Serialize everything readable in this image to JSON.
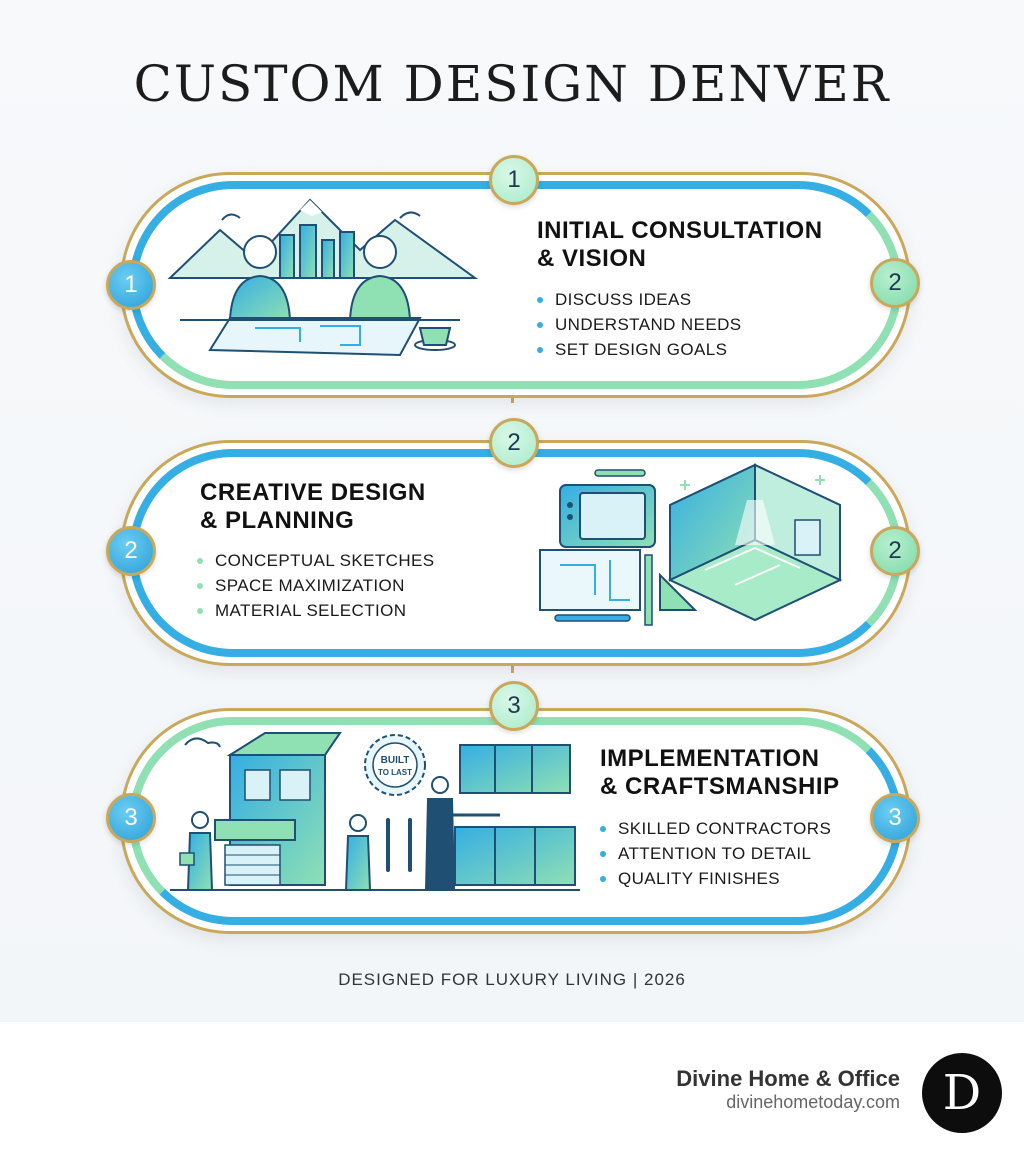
{
  "title": "CUSTOM DESIGN DENVER",
  "colors": {
    "blue": "#35aee4",
    "green": "#8fe0b3",
    "gold": "#c9a85a"
  },
  "steps": [
    {
      "number": "1",
      "side_left": "1",
      "side_right": "2",
      "heading_line1": "INITIAL CONSULTATION",
      "heading_line2": "& VISION",
      "bullets": [
        "DISCUSS IDEAS",
        "UNDERSTAND NEEDS",
        "SET DESIGN GOALS"
      ],
      "illustration": "consultation-illustration"
    },
    {
      "number": "2",
      "side_left": "2",
      "side_right": "2",
      "heading_line1": "CREATIVE DESIGN",
      "heading_line2": "& PLANNING",
      "bullets": [
        "CONCEPTUAL SKETCHES",
        "SPACE MAXIMIZATION",
        "MATERIAL SELECTION"
      ],
      "illustration": "planning-illustration"
    },
    {
      "number": "3",
      "side_left": "3",
      "side_right": "3",
      "heading_line1": "IMPLEMENTATION",
      "heading_line2": "& CRAFTSMANSHIP",
      "bullets": [
        "SKILLED CONTRACTORS",
        "ATTENTION TO DETAIL",
        "QUALITY FINISHES"
      ],
      "illustration": "construction-illustration",
      "seal_line1": "BUILT",
      "seal_line2": "TO LAST"
    }
  ],
  "footer_tagline": "DESIGNED FOR LUXURY LIVING | 2026",
  "brand": {
    "name": "Divine Home & Office",
    "url": "divinehometoday.com",
    "logo_letter": "D"
  }
}
